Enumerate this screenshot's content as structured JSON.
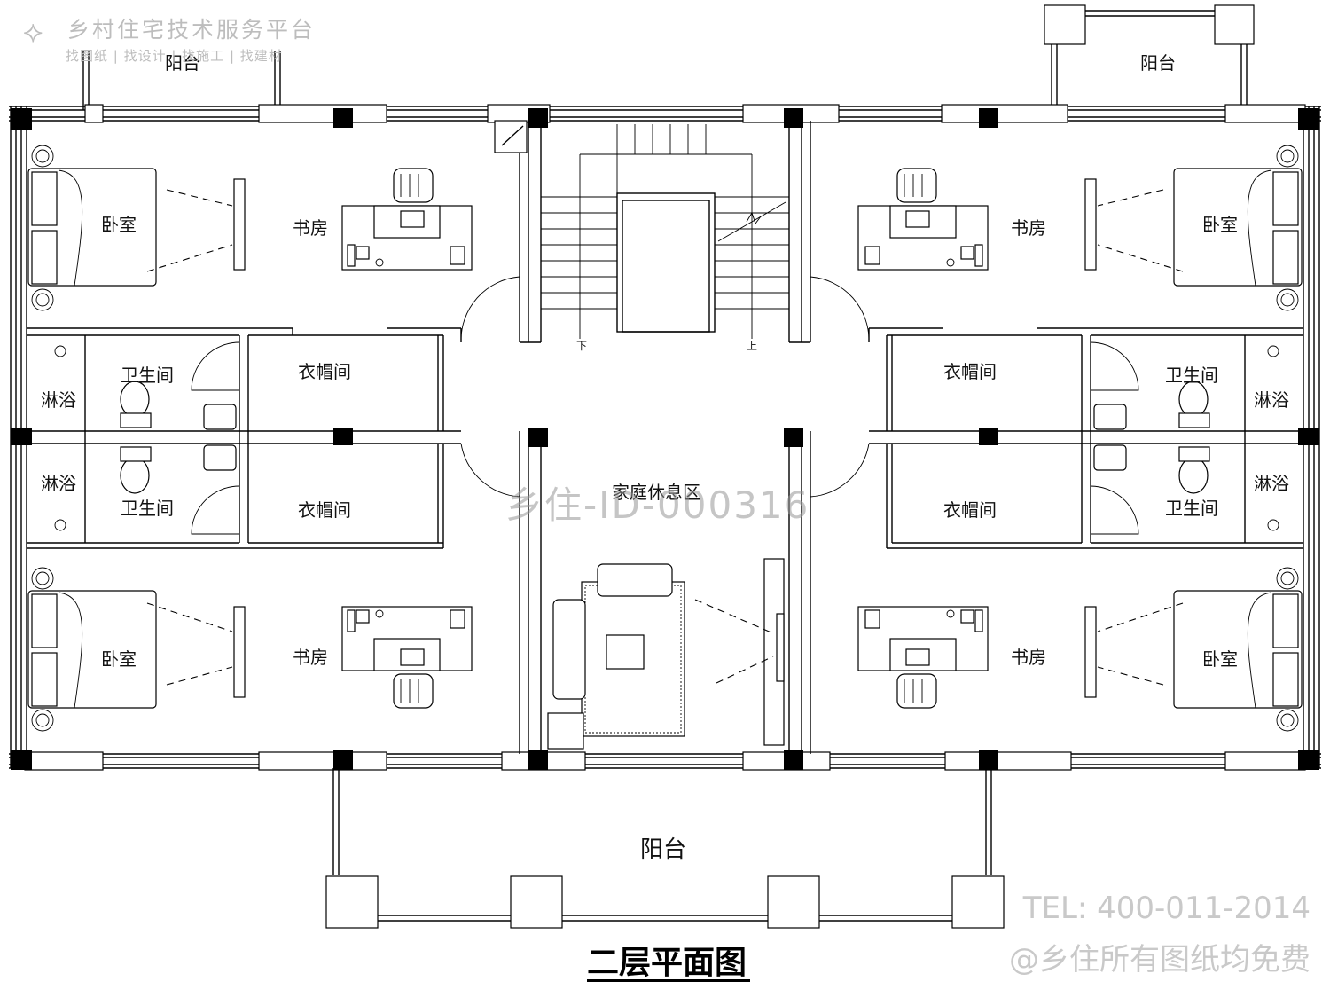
{
  "watermark": {
    "brand": "乡村住宅技术服务平台",
    "tagline": "找图纸 | 找设计 | 找施工 | 找建材",
    "plan_id": "乡住-ID-000316",
    "phone": "TEL: 400-011-2014",
    "slogan": "@乡住所有图纸均免费"
  },
  "drawing": {
    "title": "二层平面图"
  },
  "rooms": {
    "balcony_top_left": "阳台",
    "balcony_top_right": "阳台",
    "balcony_bottom": "阳台",
    "bedroom_tl": "卧室",
    "bedroom_tr": "卧室",
    "bedroom_bl": "卧室",
    "bedroom_br": "卧室",
    "study_tl": "书房",
    "study_tr": "书房",
    "study_bl": "书房",
    "study_br": "书房",
    "bath_tl": "卫生间",
    "bath_tr": "卫生间",
    "bath_bl": "卫生间",
    "bath_br": "卫生间",
    "shower_tl": "淋浴",
    "shower_tr": "淋浴",
    "shower_bl": "淋浴",
    "shower_br": "淋浴",
    "closet_tl": "衣帽间",
    "closet_tr": "衣帽间",
    "closet_bl": "衣帽间",
    "closet_br": "衣帽间",
    "family_lounge": "家庭休息区",
    "stair_down": "下",
    "stair_up": "上"
  },
  "colors": {
    "wall": "#000000",
    "background": "#ffffff",
    "watermark": "#bdbdbd"
  }
}
